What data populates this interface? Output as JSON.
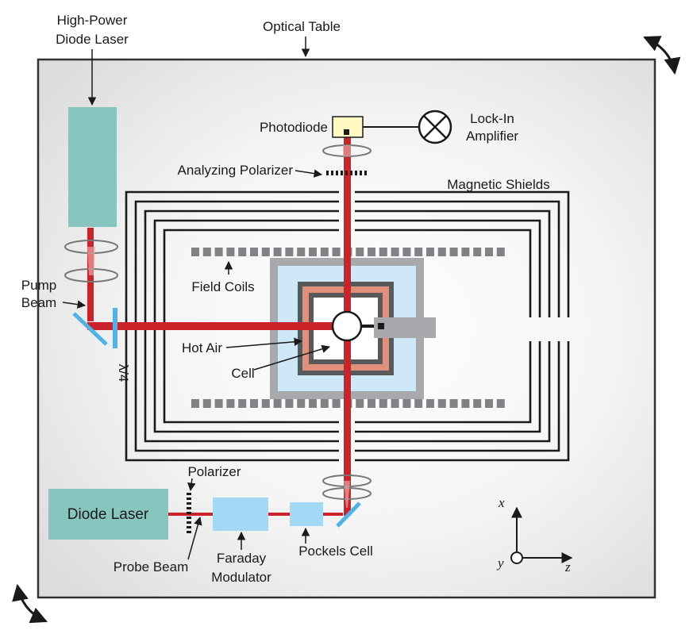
{
  "labels": {
    "high_power_laser_line1": "High-Power",
    "high_power_laser_line2": "Diode Laser",
    "optical_table": "Optical Table",
    "photodiode": "Photodiode",
    "lock_in_line1": "Lock-In",
    "lock_in_line2": "Amplifier",
    "analyzing_polarizer": "Analyzing Polarizer",
    "magnetic_shields": "Magnetic Shields",
    "field_coils": "Field Coils",
    "pump_beam_line1": "Pump",
    "pump_beam_line2": "Beam",
    "hot_air": "Hot Air",
    "cell": "Cell",
    "lambda_quarter": "λ/4",
    "polarizer": "Polarizer",
    "diode_laser": "Diode Laser",
    "probe_beam": "Probe Beam",
    "faraday_line1": "Faraday",
    "faraday_line2": "Modulator",
    "pockels_cell": "Pockels Cell",
    "axis_x": "x",
    "axis_y": "y",
    "axis_z": "z"
  },
  "colors": {
    "beam": "#cc2229",
    "laser_block": "#86c6bf",
    "shield": "#1a1a1a",
    "coil": "#808285",
    "oven_outer": "#a7a9ac",
    "oven_fill": "#cfe8f7",
    "heater_dark": "#58595b",
    "heater_copper": "#e0907a",
    "modulator": "#a3d9f5",
    "photodiode": "#fff9c4",
    "waveplate": "#4fb3e8",
    "table_edge": "#333333"
  }
}
